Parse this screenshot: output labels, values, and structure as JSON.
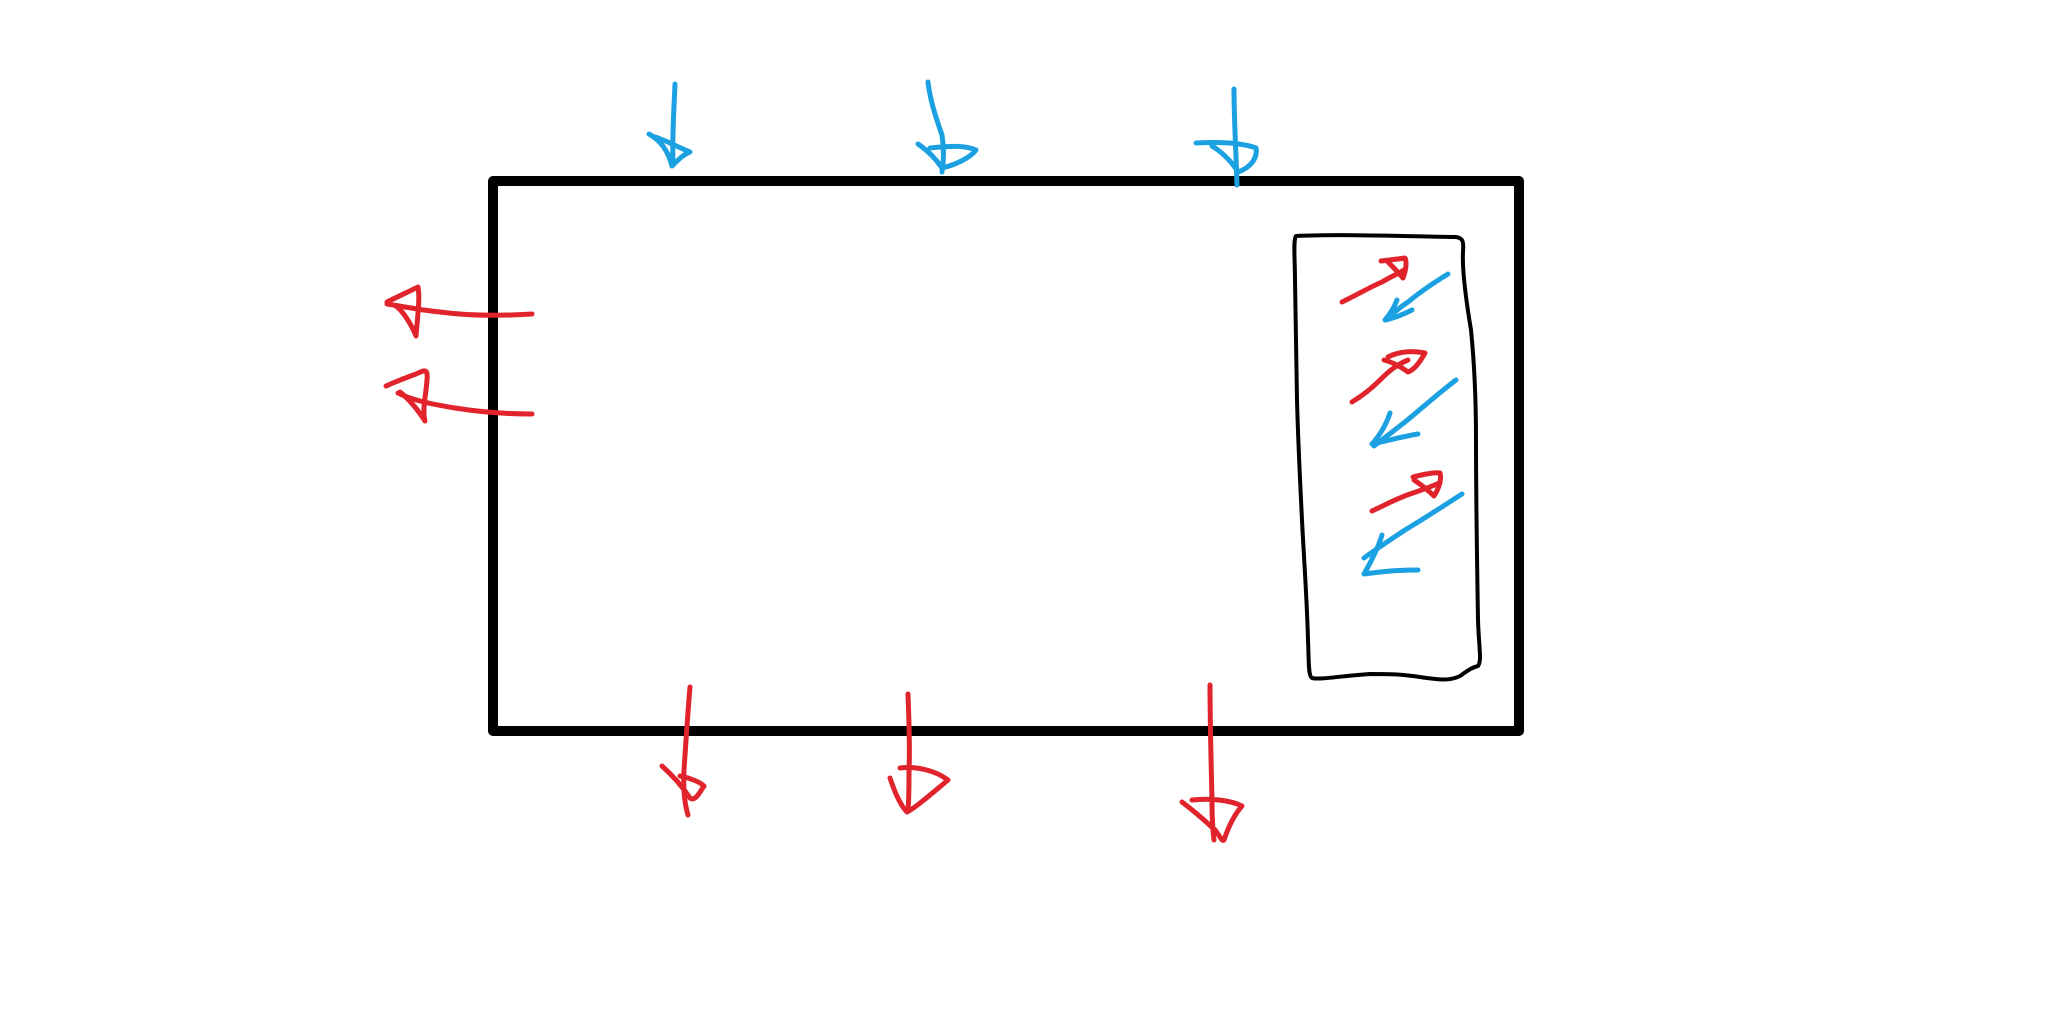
{
  "diagram": {
    "colors": {
      "outline": "#000000",
      "incoming": "#1ba1e2",
      "outgoing": "#e1232b",
      "background": "#ffffff"
    },
    "elements": {
      "outer_box": "outer-rectangle",
      "inner_box": "inner-panel",
      "top_arrows": {
        "count": 3,
        "color_key": "incoming",
        "direction": "down"
      },
      "bottom_arrows": {
        "count": 3,
        "color_key": "outgoing",
        "direction": "down"
      },
      "left_arrows": {
        "count": 2,
        "color_key": "outgoing",
        "direction": "left"
      },
      "panel_arrows_out": {
        "count": 3,
        "color_key": "outgoing",
        "direction": "up-right"
      },
      "panel_arrows_in": {
        "count": 3,
        "color_key": "incoming",
        "direction": "down-left"
      }
    }
  }
}
